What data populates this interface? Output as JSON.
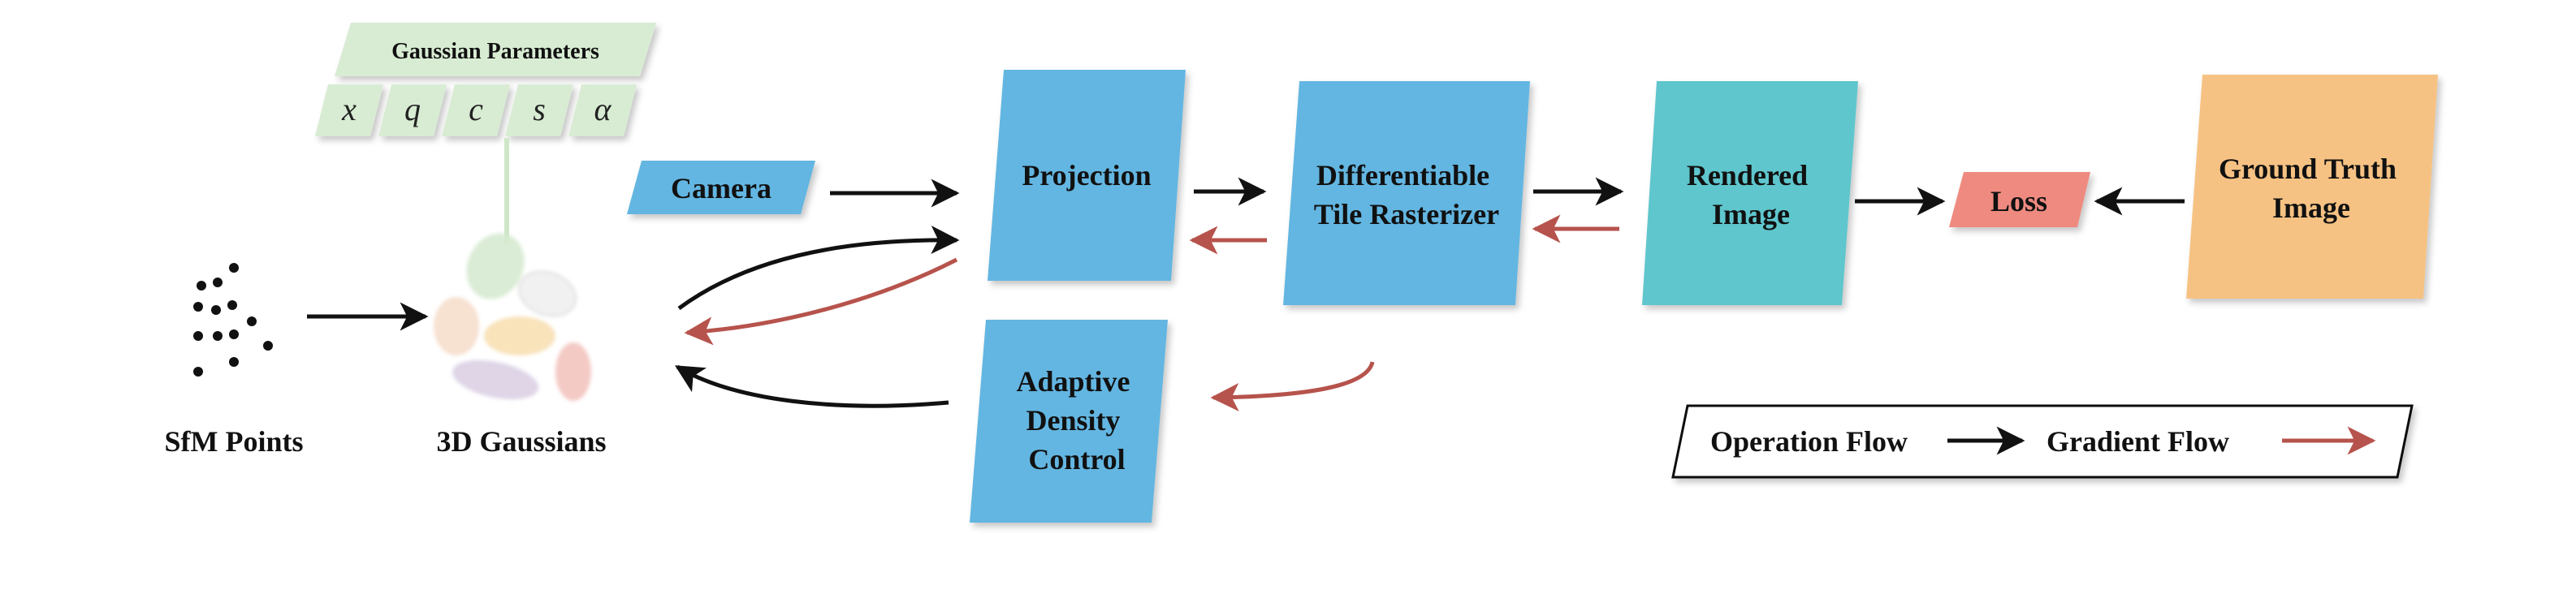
{
  "colors": {
    "box_blue": "#63b6e1",
    "rendered_teal": "#5fc6cd",
    "ground_truth_orange": "#f6c283",
    "loss_red": "#ef8a80",
    "param_green": "#d8ecd3",
    "operation_arrow": "#111111",
    "gradient_arrow": "#b6534c"
  },
  "params": {
    "title": "Gaussian Parameters",
    "symbols": [
      "x",
      "q",
      "c",
      "s",
      "α"
    ]
  },
  "nodes": {
    "sfm_points": "SfM Points",
    "gaussians": "3D Gaussians",
    "camera": "Camera",
    "projection": "Projection",
    "adc": [
      "Adaptive",
      "Density",
      "Control"
    ],
    "rasterizer": [
      "Differentiable",
      "Tile Rasterizer"
    ],
    "rendered": [
      "Rendered",
      "Image"
    ],
    "loss": "Loss",
    "ground_truth": [
      "Ground Truth",
      "Image"
    ]
  },
  "legend": {
    "operation_label": "Operation Flow",
    "gradient_label": "Gradient Flow"
  }
}
